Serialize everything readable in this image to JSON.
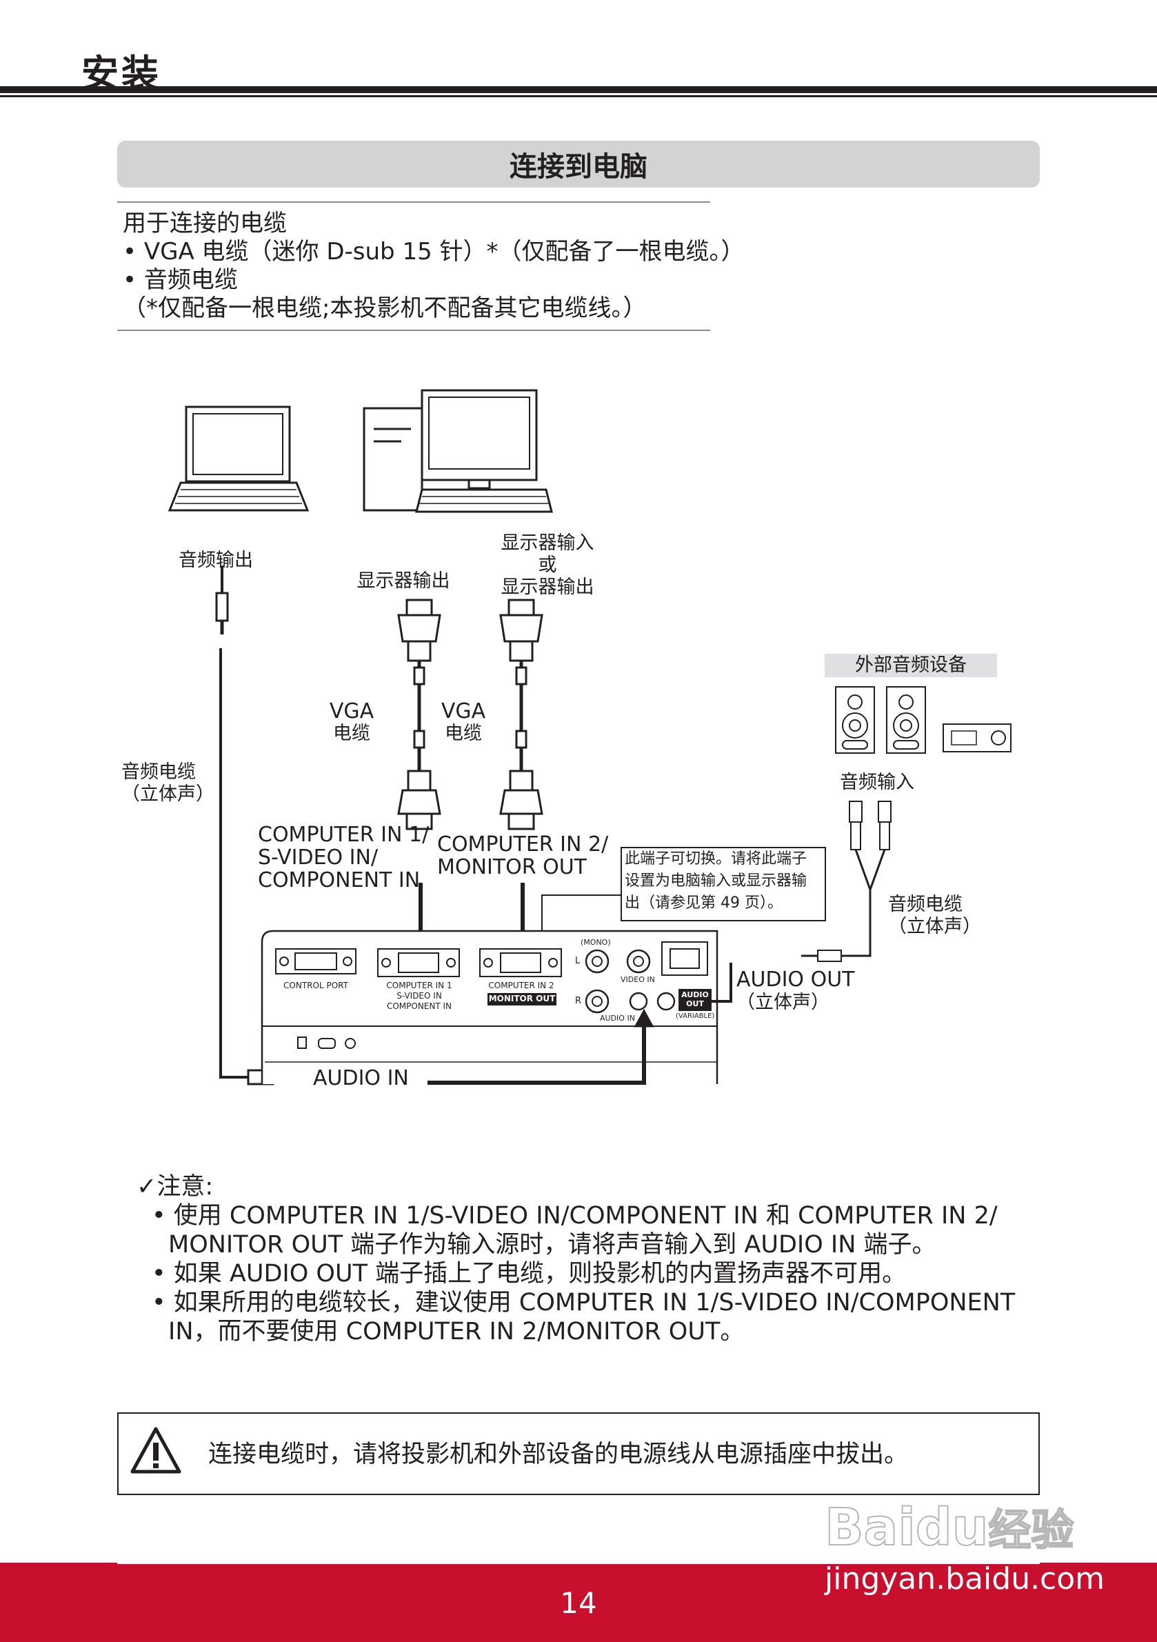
{
  "header": {
    "title": "安装"
  },
  "section": {
    "title": "连接到电脑"
  },
  "cables": {
    "heading": "用于连接的电缆",
    "items": [
      "• VGA 电缆（迷你 D-sub 15 针）*（仅配备了一根电缆。）",
      "• 音频电缆",
      "（*仅配备一根电缆;本投影机不配备其它电缆线。）"
    ]
  },
  "diagram": {
    "audio_out_laptop": "音频输出",
    "monitor_out": "显示器输出",
    "monitor_in_or_out": [
      "显示器输入",
      "或",
      "显示器输出"
    ],
    "vga_cable_1": [
      "VGA",
      "电缆"
    ],
    "vga_cable_2": [
      "VGA",
      "电缆"
    ],
    "audio_cable_left": [
      "音频电缆",
      "（立体声）"
    ],
    "external_audio": "外部音频设备",
    "audio_input": "音频输入",
    "audio_cable_right": [
      "音频电缆",
      "（立体声）"
    ],
    "computer_in_1": [
      "COMPUTER IN 1/",
      "S-VIDEO IN/",
      "COMPONENT IN"
    ],
    "computer_in_2": [
      "COMPUTER IN 2/",
      "MONITOR OUT"
    ],
    "switch_note": [
      "此端子可切换。请将此端子",
      "设置为电脑输入或显示器输",
      "出（请参见第 49 页）。"
    ],
    "audio_out_label": [
      "AUDIO OUT",
      "（立体声）"
    ],
    "audio_in_label": "AUDIO IN",
    "panel": {
      "control_port": "CONTROL PORT",
      "computer_in_1": [
        "COMPUTER IN 1",
        "S-VIDEO IN",
        "COMPONENT IN"
      ],
      "computer_in_2": "COMPUTER IN 2",
      "monitor_out": "MONITOR OUT",
      "mono": "(MONO)",
      "l": "L",
      "r": "R",
      "video_in": "VIDEO IN",
      "audio_in": "AUDIO IN",
      "audio_out": [
        "AUDIO",
        "OUT"
      ],
      "variable": "(VARIABLE)"
    }
  },
  "notes": {
    "heading": "✓注意:",
    "items": [
      [
        "• 使用 COMPUTER IN 1/S-VIDEO IN/COMPONENT IN 和 COMPUTER IN 2/",
        "MONITOR OUT 端子作为输入源时，请将声音输入到 AUDIO IN 端子。"
      ],
      [
        "• 如果 AUDIO OUT 端子插上了电缆，则投影机的内置扬声器不可用。"
      ],
      [
        "• 如果所用的电缆较长，建议使用 COMPUTER IN 1/S-VIDEO IN/COMPONENT",
        "IN，而不要使用 COMPUTER IN 2/MONITOR OUT。"
      ]
    ]
  },
  "warning": {
    "text": "连接电缆时，请将投影机和外部设备的电源线从电源插座中拔出。"
  },
  "watermark": {
    "brand": "Bai",
    "brand2": "du",
    "brand3": "经验",
    "url": "jingyan.baidu.com"
  },
  "footer": {
    "page_number": "14"
  },
  "colors": {
    "footer_red": "#c8102e",
    "section_gray": "#d2d3d5",
    "ink": "#231f20"
  }
}
